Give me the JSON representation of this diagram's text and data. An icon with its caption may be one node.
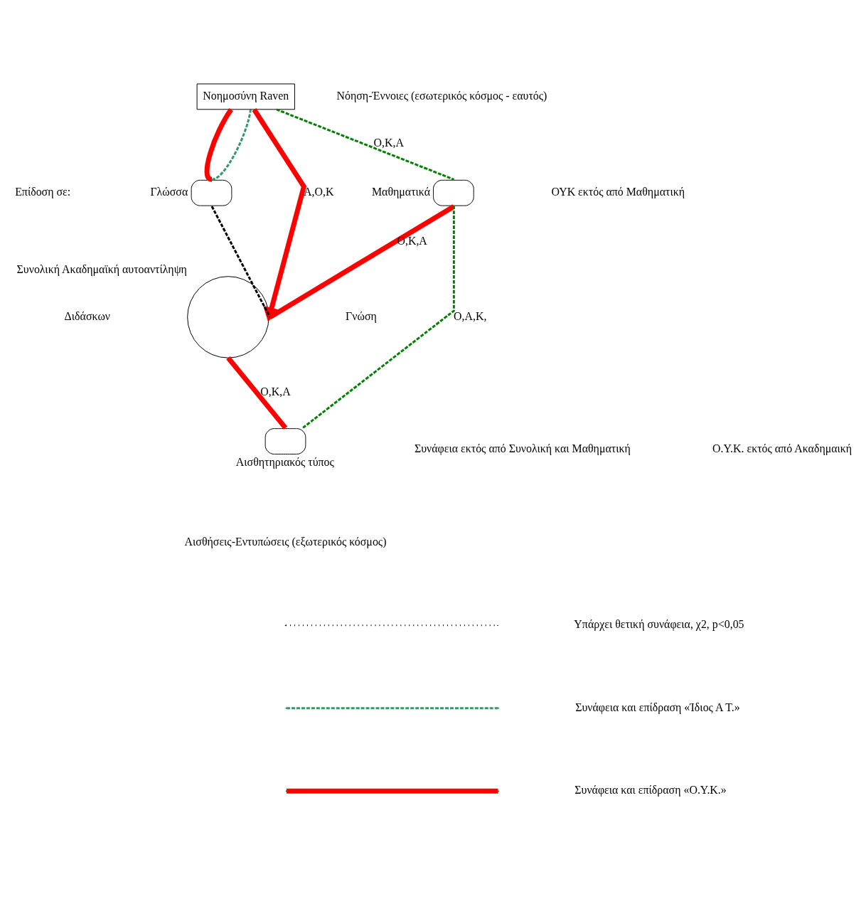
{
  "diagram": {
    "nodes": [
      {
        "text": [
          "Νοημοσύνη Raven"
        ]
      },
      {
        "text": [],
        "shape": "ellipse",
        "beside": [
          "Γλώσσα"
        ]
      },
      {
        "text": [],
        "shape": "ellipse",
        "beside": [
          "Μαθηματικά"
        ]
      },
      {
        "text": [],
        "shape": "circle",
        "beside": [
          "Συνολική Ακαδημαϊκή αυτοαντίληψη"
        ]
      },
      {
        "text": [],
        "shape": "ellipse",
        "beside": [
          "Αισθητηριακός τύπος"
        ]
      }
    ],
    "edges": [
      {
        "from": 0,
        "to": 1,
        "arrow": "none",
        "style": "thick"
      },
      {
        "from": 0,
        "to": 1,
        "arrow": "none",
        "style": "dashed",
        "color": "#339966"
      },
      {
        "from": 0,
        "to": 2,
        "arrow": "none",
        "style": "dashed",
        "color": "#008000",
        "label": "Ο,Κ,Α"
      },
      {
        "from": 0,
        "to": 3,
        "arrow": "to",
        "style": "thick",
        "label": "Α,Ο,Κ"
      },
      {
        "from": 1,
        "to": 3,
        "arrow": "none",
        "style": "dashed",
        "color": "#000000"
      },
      {
        "from": 2,
        "to": 3,
        "arrow": "none",
        "style": "thick",
        "label": "Ο,Κ,Α"
      },
      {
        "from": 2,
        "to": 4,
        "arrow": "none",
        "style": "dashed",
        "color": "#008000",
        "label": "Ο,Α,Κ,"
      },
      {
        "from": 3,
        "to": 4,
        "arrow": "none",
        "style": "thick",
        "label": "Ο,Κ,Α"
      }
    ],
    "labels": [
      "Νόηση-Έννοιες (εσωτερικός κόσμος - εαυτός)",
      "ΟΥΚ εκτός από Μαθηματική",
      "Επίδοση σε:",
      "Διδάσκων",
      "Γνώση",
      "Συνάφεια εκτός από Συνολική και Μαθηματική",
      "Ο.Υ.Κ. εκτός από Ακαδημαική",
      "Αισθήσεις-Εντυπώσεις (εξωτερικός κόσμος)"
    ],
    "legend": [
      {
        "text": "Υπάρχει θετική συνάφεια, χ2, p<0,05"
      },
      {
        "text": "Συνάφεια και επίδραση «Ίδιος Α Τ.»"
      },
      {
        "text": "Συνάφεια και επίδραση «Ο.Υ.Κ.»"
      }
    ]
  }
}
